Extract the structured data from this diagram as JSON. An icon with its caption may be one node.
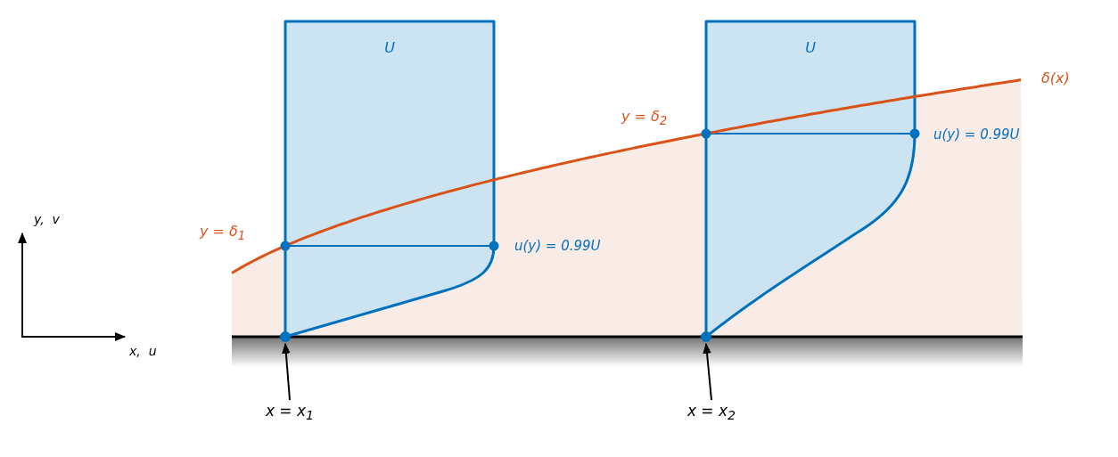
{
  "diagram": {
    "nodes": [
      {
        "text": [
          "U"
        ]
      },
      {
        "text": [
          "U"
        ]
      },
      {
        "text": [
          "x = x$_{1}$"
        ]
      },
      {
        "text": [],
        "shape": "circle"
      },
      {
        "text": [
          "x = x$_{2}$"
        ]
      },
      {
        "text": [],
        "shape": "circle"
      }
    ],
    "edges": [
      {
        "from": 2,
        "to": 3,
        "arrow": "to"
      },
      {
        "from": 4,
        "to": 5,
        "arrow": "to"
      }
    ],
    "labels": [
      "δ(x)",
      "y = δ$_{2}$",
      "u(y) = 0.99U",
      "y = δ$_{1}$",
      "u(y) = 0.99U",
      "y,  v",
      "x,  u"
    ]
  }
}
